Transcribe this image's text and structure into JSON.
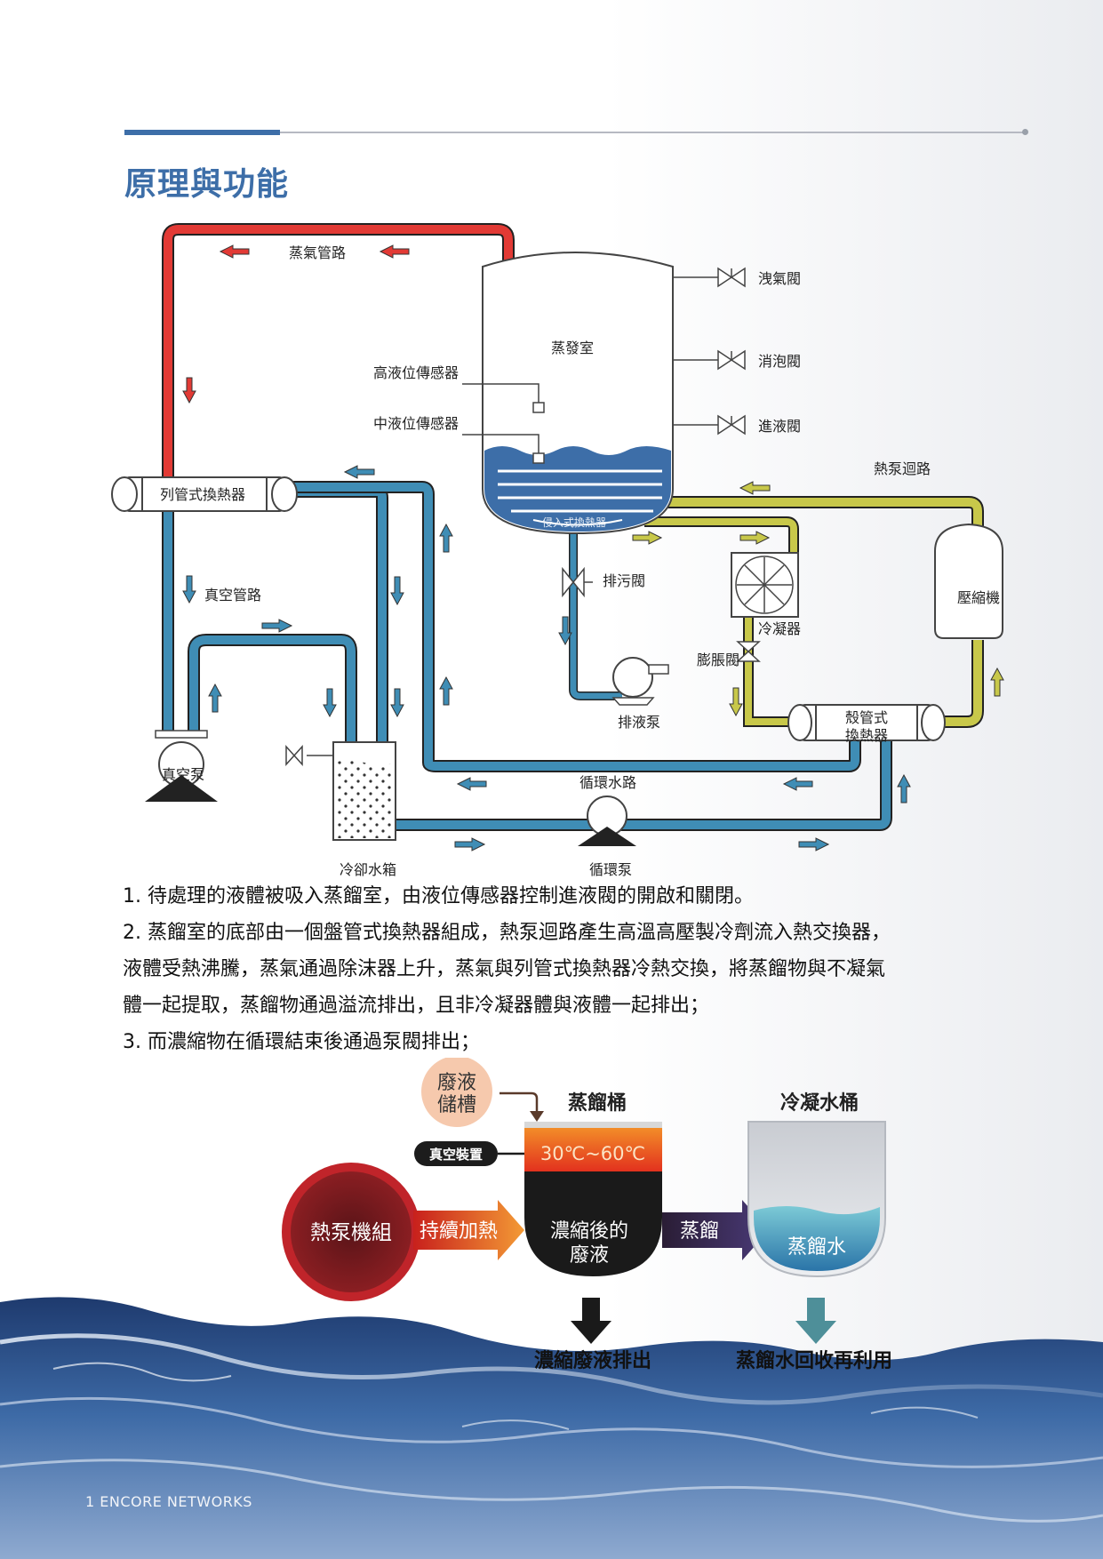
{
  "page": {
    "title": "原理與功能",
    "footer": "1 ENCORE NETWORKS"
  },
  "diagram": {
    "labels": {
      "steam_pipe": "蒸氣管路",
      "evaporation_chamber": "蒸發室",
      "high_level_sensor": "高液位傳感器",
      "mid_level_sensor": "中液位傳感器",
      "vent_valve": "洩氣閥",
      "defoam_valve": "消泡閥",
      "feed_valve": "進液閥",
      "heat_pump_loop": "熱泵迴路",
      "tube_heat_exchanger": "列管式換熱器",
      "immersion_exchanger": "侵入式換熱器",
      "drain_valve": "排污閥",
      "vacuum_pipe": "真空管路",
      "compressor": "壓縮機",
      "condenser": "冷凝器",
      "expansion_valve": "膨脹閥",
      "discharge_pump": "排液泵",
      "shell_exchanger_line1": "殼管式",
      "shell_exchanger_line2": "換熱器",
      "vacuum_pump": "真空泵",
      "circulation_loop": "循環水路",
      "cooling_tank": "冷卻水箱",
      "circulation_pump": "循環泵"
    }
  },
  "description": [
    "1. 待處理的液體被吸入蒸餾室，由液位傳感器控制進液閥的開啟和關閉。",
    "2. 蒸餾室的底部由一個盤管式換熱器組成，熱泵迴路產生高溫高壓製冷劑流入熱交換器，",
    "液體受熱沸騰，蒸氣通過除沫器上升，蒸氣與列管式換熱器冷熱交換，將蒸餾物與不凝氣",
    "體一起提取，蒸餾物通過溢流排出，且非冷凝器體與液體一起排出；",
    "3. 而濃縮物在循環結束後通過泵閥排出；"
  ],
  "process": {
    "waste_tank_line1": "廢液",
    "waste_tank_line2": "儲槽",
    "distill_bucket": "蒸餾桶",
    "condensate_bucket": "冷凝水桶",
    "vacuum_device": "真空裝置",
    "temperature": "30℃~60℃",
    "heat_pump_unit": "熱泵機組",
    "continuous_heating": "持續加熱",
    "concentrate_line1": "濃縮後的",
    "concentrate_line2": "廢液",
    "distill_action": "蒸餾",
    "distilled_water": "蒸餾水",
    "concentrate_discharge": "濃縮廢液排出",
    "recycle": "蒸餾水回收再利用"
  },
  "colors": {
    "steam_red": "#e23a35",
    "water_blue": "#3f8db5",
    "refrigerant_yellow": "#c8c84a",
    "title_blue": "#3d6ea8"
  }
}
